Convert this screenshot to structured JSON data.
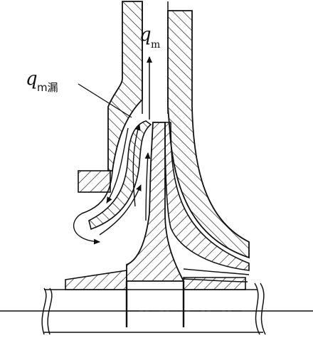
{
  "labels": {
    "q_main": "q",
    "q_main_sub": "m",
    "q_leak": "q",
    "q_leak_sub": "m漏"
  },
  "colors": {
    "line": "#111111",
    "background": "#ffffff"
  }
}
